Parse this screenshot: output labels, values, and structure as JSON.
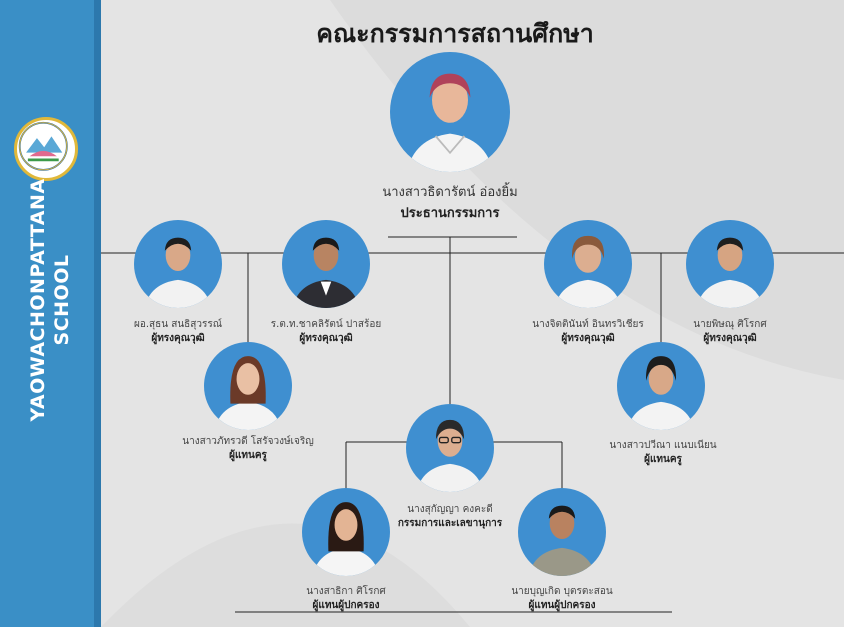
{
  "title": "คณะกรรมการสถานศึกษา",
  "sidebar": {
    "school_line1": "YAOWACHONPATTANA",
    "school_line2": "SCHOOL",
    "logo_icon": "school-emblem-icon",
    "color": "#3a8fc6"
  },
  "chair": {
    "name": "นางสาวธิดารัตน์  อ่องยิ้ม",
    "role": "ประธานกรรมการ"
  },
  "members": [
    {
      "name": "ผอ.สุธน  สนธิสุวรรณ์",
      "role": "ผู้ทรงคุณวุฒิ"
    },
    {
      "name": "ร.ต.ท.ชาคลิรัตน์  ปาสร้อย",
      "role": "ผู้ทรงคุณวุฒิ"
    },
    {
      "name": "นางจิตตินันท์  อินทรวิเชียร",
      "role": "ผู้ทรงคุณวุฒิ"
    },
    {
      "name": "นายพิษณุ  ศิโรกศ",
      "role": "ผู้ทรงคุณวุฒิ"
    },
    {
      "name": "นางสาวภัทรวดี  โสรัจวงษ์เจริญ",
      "role": "ผู้แทนครู"
    },
    {
      "name": "นางสาวปวีณา  แนบเนียน",
      "role": "ผู้แทนครู"
    },
    {
      "name": "นางสุกัญญา  คงคะดี",
      "role": "กรรมการและเลขานุการ"
    },
    {
      "name": "นางสาธิกา  ศิโรกศ",
      "role": "ผู้แทนผู้ปกครอง"
    },
    {
      "name": "นายบุญเกิด  บุตรตะสอน",
      "role": "ผู้แทนผู้ปกครอง"
    }
  ],
  "colors": {
    "sidebar": "#3a8fc6",
    "photo_bg": "#3f8fd0",
    "background": "#e3e3e3"
  }
}
